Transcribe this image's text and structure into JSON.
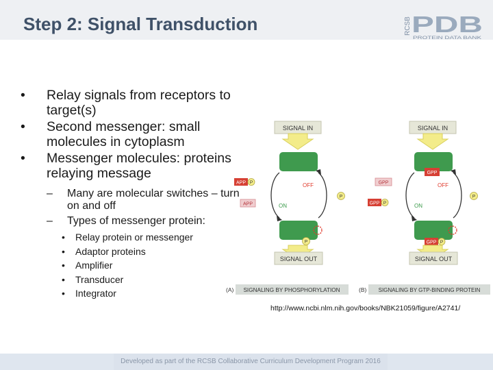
{
  "slide": {
    "title": "Step 2: Signal Transduction",
    "logo": {
      "name": "PDB",
      "vertical_text": "RCSB",
      "subtitle": "PROTEIN DATA BANK"
    },
    "bullets": [
      {
        "text": "Relay signals from receptors to target(s)"
      },
      {
        "text": "Second messenger: small molecules in cytoplasm"
      },
      {
        "text": "Messenger molecules: proteins relaying message"
      }
    ],
    "sub_bullets": [
      {
        "text": "Many are molecular switches – turn on and off"
      },
      {
        "text": "Types of messenger protein:"
      }
    ],
    "types": [
      "Relay protein or messenger",
      "Adaptor proteins",
      "Amplifier",
      "Transducer",
      "Integrator"
    ],
    "figure": {
      "signal_in": "SIGNAL IN",
      "signal_out": "SIGNAL OUT",
      "off": "OFF",
      "on": "ON",
      "app": "APP",
      "gpp": "GPP",
      "p": "P",
      "panel_a_letter": "(A)",
      "panel_a_caption": "SIGNALING BY PHOSPHORYLATION",
      "panel_b_letter": "(B)",
      "panel_b_caption": "SIGNALING BY GTP-BINDING PROTEIN"
    },
    "source_url": "http://www.ncbi.nlm.nih.gov/books/NBK21059/figure/A2741/",
    "footer": "Developed as part of the RCSB Collaborative Curriculum Development Program 2016"
  }
}
